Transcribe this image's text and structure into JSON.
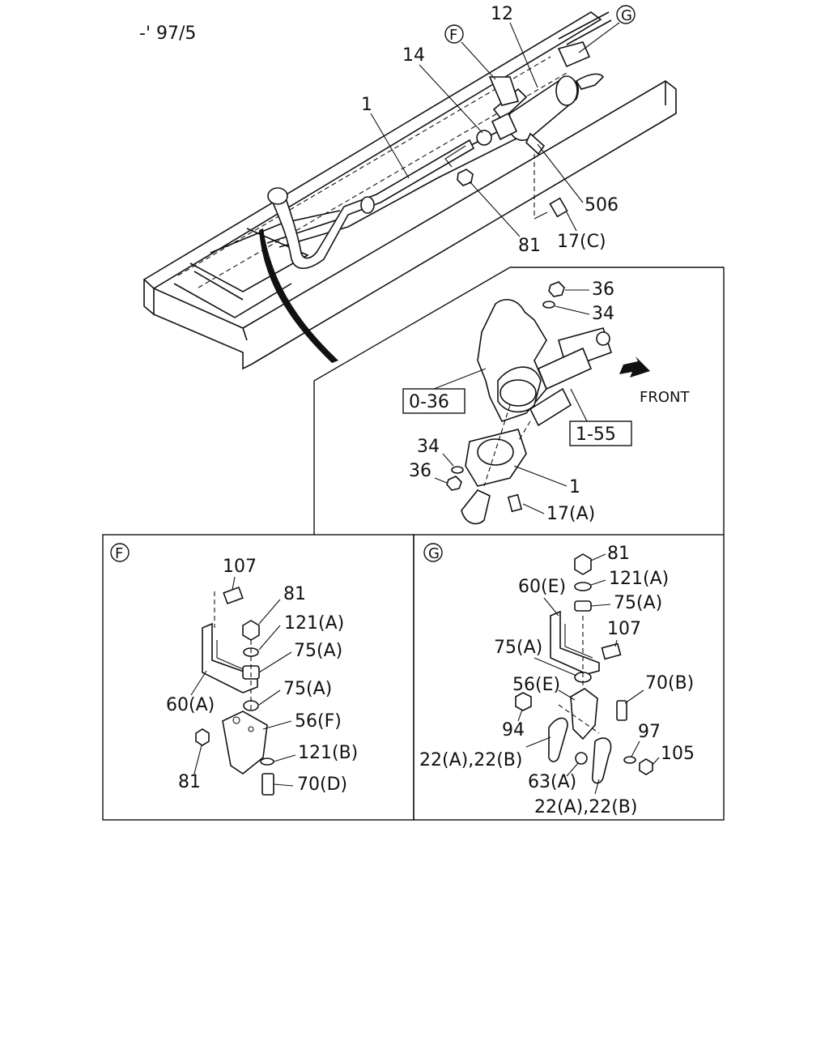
{
  "date_code": "-' 97/5",
  "front_label": "FRONT",
  "ref_boxes": {
    "ref_a": "0-36",
    "ref_b": "1-55"
  },
  "callouts_main": {
    "c12": "12",
    "cG": "G",
    "cF": "F",
    "c14": "14",
    "c1": "1",
    "c506": "506",
    "c81": "81",
    "c17c": "17(C)"
  },
  "callouts_detail": {
    "c36": "36",
    "c34": "34",
    "c34b": "34",
    "c36b": "36",
    "c1b": "1",
    "c17a": "17(A)"
  },
  "panel_f": {
    "marker": "F",
    "labels": {
      "l107": "107",
      "l81": "81",
      "l121a": "121(A)",
      "l75a": "75(A)",
      "l75a2": "75(A)",
      "l60a": "60(A)",
      "l56f": "56(F)",
      "l81b": "81",
      "l121b": "121(B)",
      "l70d": "70(D)"
    }
  },
  "panel_g": {
    "marker": "G",
    "labels": {
      "l81": "81",
      "l121a": "121(A)",
      "l60e": "60(E)",
      "l75a": "75(A)",
      "l107": "107",
      "l75a2": "75(A)",
      "l56e": "56(E)",
      "l70b": "70(B)",
      "l94": "94",
      "l97": "97",
      "l22a": "22(A),22(B)",
      "l105": "105",
      "l63a": "63(A)",
      "l22b": "22(A),22(B)"
    }
  }
}
